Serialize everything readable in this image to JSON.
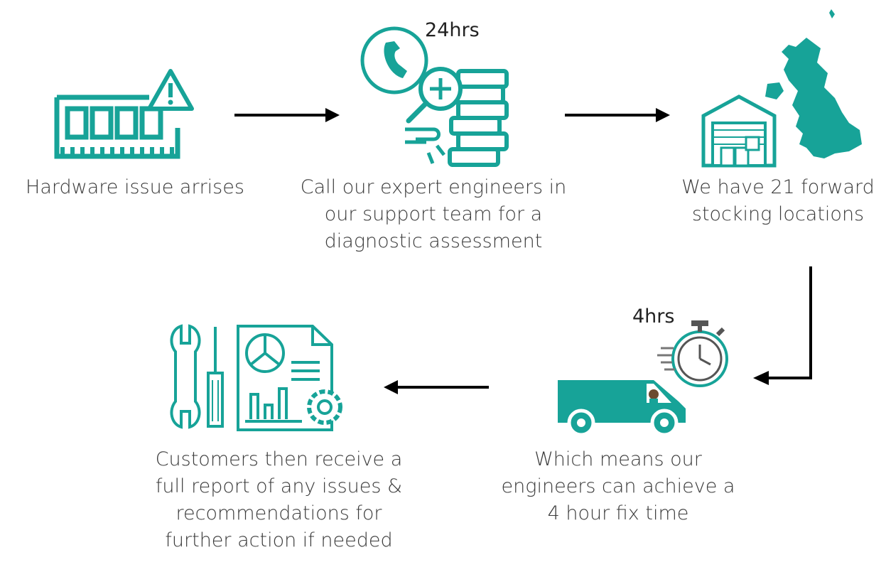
{
  "colors": {
    "accent": "#17a398",
    "arrow": "#000000",
    "text": "#3a3a3a"
  },
  "steps": [
    {
      "icon": "ram-warning-icon",
      "caption": "Hardware issue arrises"
    },
    {
      "icon": "support-call-icon",
      "tag": "24hrs",
      "caption": "Call our expert engineers in\nour support team for a\ndiagnostic assessment"
    },
    {
      "icon": "warehouse-uk-map-icon",
      "caption": "We have 21 forward\nstocking locations"
    },
    {
      "icon": "van-stopwatch-icon",
      "tag": "4hrs",
      "caption": "Which means our\nengineers can achieve a\n4 hour fix time"
    },
    {
      "icon": "report-tools-icon",
      "caption": "Customers then receive a\nfull report of any issues &\nrecommendations for\nfurther action if needed"
    }
  ]
}
